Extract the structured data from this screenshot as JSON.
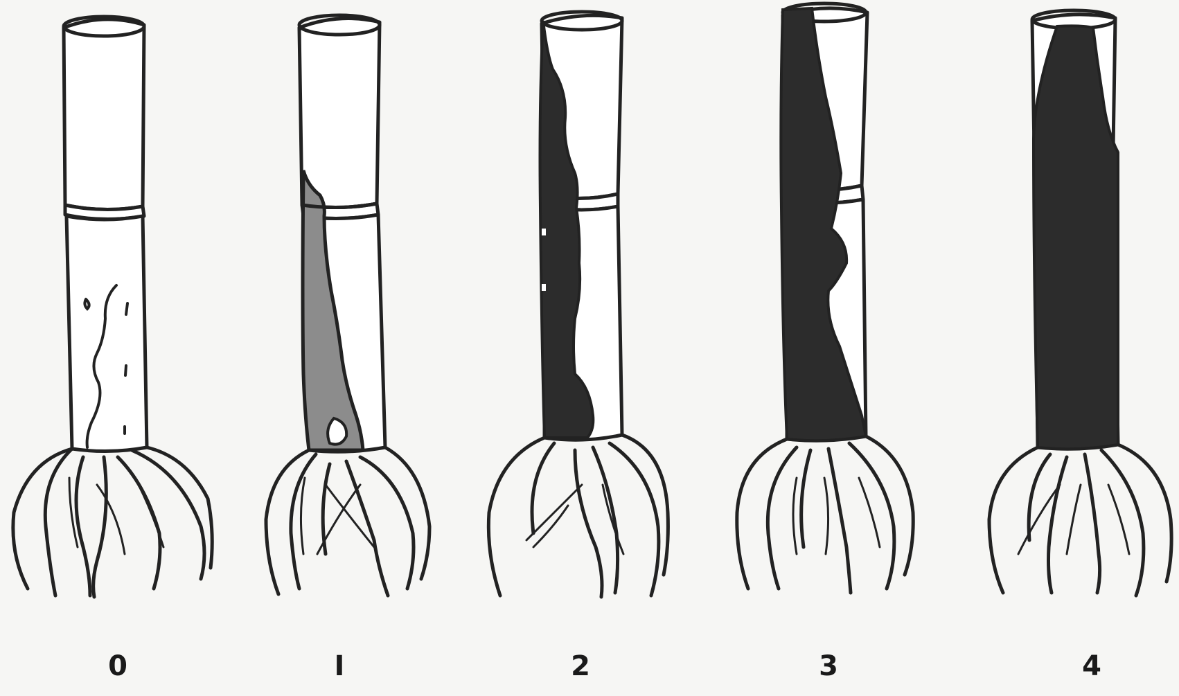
{
  "figure": {
    "scale_labels": [
      "0",
      "I",
      "2",
      "3",
      "4"
    ],
    "colors": {
      "background": "#f6f6f4",
      "outline": "#222222",
      "mild_lesion": "#8c8c8c",
      "severe_lesion": "#2c2c2c"
    }
  }
}
